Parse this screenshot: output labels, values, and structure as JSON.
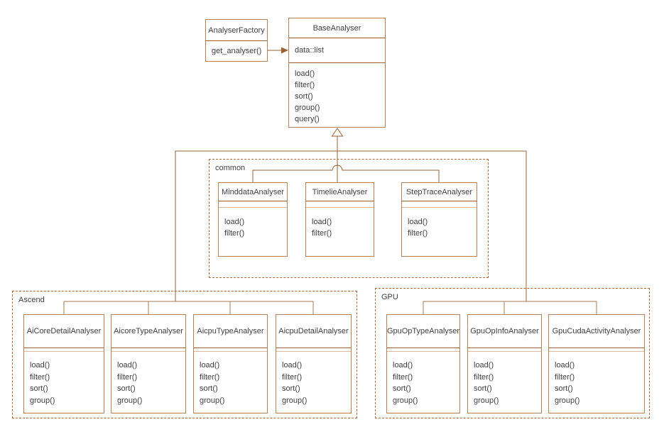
{
  "colors": {
    "box_border": "#b3825a",
    "separator_dark": "#9e5f33",
    "separator_light": "#dcb89b",
    "connector": "#9a5f33",
    "group_border": "#a86a3c",
    "text": "#404040",
    "background": "#ffffff"
  },
  "factory": {
    "name": "AnalyserFactory",
    "methods": [
      "get_analyser()"
    ]
  },
  "base": {
    "name": "BaseAnalyser",
    "attributes": [
      "data::list"
    ],
    "methods": [
      "load()",
      "filter()",
      "sort()",
      "group()",
      "query()"
    ]
  },
  "groups": {
    "common": {
      "label": "common",
      "classes": [
        {
          "name": "MinddataAnalyser",
          "methods": [
            "load()",
            "filter()"
          ]
        },
        {
          "name": "TimelieAnalyser",
          "methods": [
            "load()",
            "filter()"
          ]
        },
        {
          "name": "StepTraceAnalyser",
          "methods": [
            "load()",
            "filter()"
          ]
        }
      ]
    },
    "ascend": {
      "label": "Ascend",
      "classes": [
        {
          "name": "AiCoreDetailAnalyser",
          "methods": [
            "load()",
            "filter()",
            "sort()",
            "group()"
          ]
        },
        {
          "name": "AicoreTypeAnalyser",
          "methods": [
            "load()",
            "filter()",
            "sort()",
            "group()"
          ]
        },
        {
          "name": "AicpuTypeAnalyser",
          "methods": [
            "load()",
            "filter()",
            "sort()",
            "group()"
          ]
        },
        {
          "name": "AicpuDetailAnalyser",
          "methods": [
            "load()",
            "filter()",
            "sort()",
            "group()"
          ]
        }
      ]
    },
    "gpu": {
      "label": "GPU",
      "classes": [
        {
          "name": "GpuOpTypeAnalyser",
          "methods": [
            "load()",
            "filter()",
            "sort()",
            "group()"
          ]
        },
        {
          "name": "GpuOpInfoAnalyser",
          "methods": [
            "load()",
            "filter()",
            "sort()",
            "group()"
          ]
        },
        {
          "name": "GpuCudaActivityAnalyser",
          "methods": [
            "load()",
            "filter()",
            "sort()",
            "group()"
          ]
        }
      ]
    }
  },
  "relations": [
    {
      "from": "AnalyserFactory",
      "to": "BaseAnalyser",
      "type": "directed-association"
    },
    {
      "from": "MinddataAnalyser",
      "to": "BaseAnalyser",
      "type": "generalization"
    },
    {
      "from": "TimelieAnalyser",
      "to": "BaseAnalyser",
      "type": "generalization"
    },
    {
      "from": "StepTraceAnalyser",
      "to": "BaseAnalyser",
      "type": "generalization"
    },
    {
      "from": "Ascend group classes",
      "to": "BaseAnalyser",
      "type": "generalization"
    },
    {
      "from": "GPU group classes",
      "to": "BaseAnalyser",
      "type": "generalization"
    }
  ]
}
